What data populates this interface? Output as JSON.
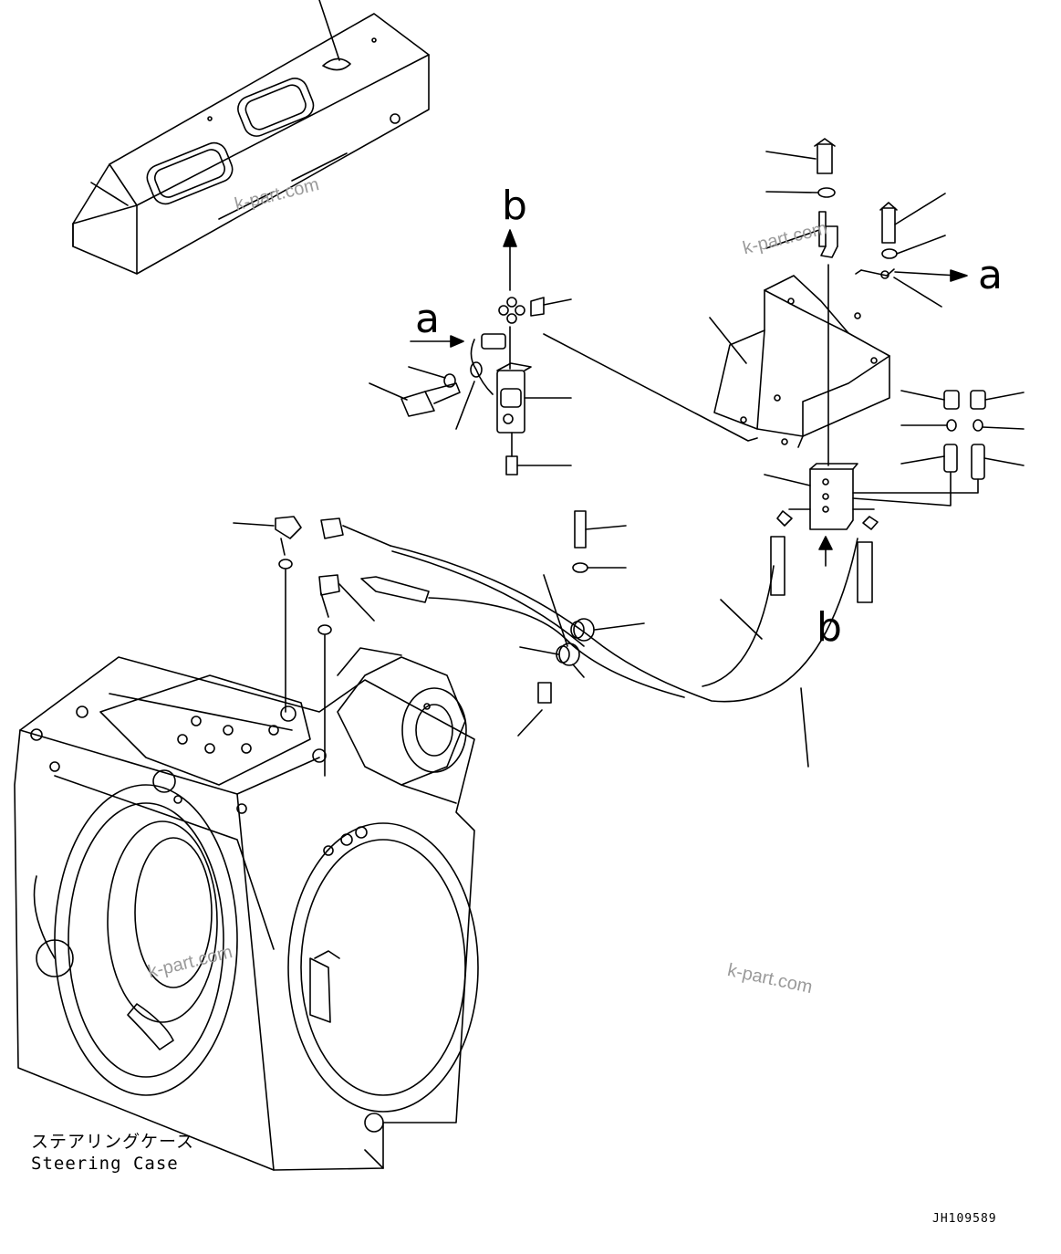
{
  "arrow_labels": {
    "a_left": "a",
    "a_right": "a",
    "b_top": "b",
    "b_bottom": "b"
  },
  "watermarks": [
    "k-part.com",
    "k-part.com",
    "k-part.com",
    "k-part.com"
  ],
  "caption": {
    "japanese": "ステアリングケース",
    "english": "Steering Case"
  },
  "drawing_id": "JH109589",
  "colors": {
    "line": "#000000",
    "watermark": "#9a9a9a",
    "background": "#ffffff"
  }
}
